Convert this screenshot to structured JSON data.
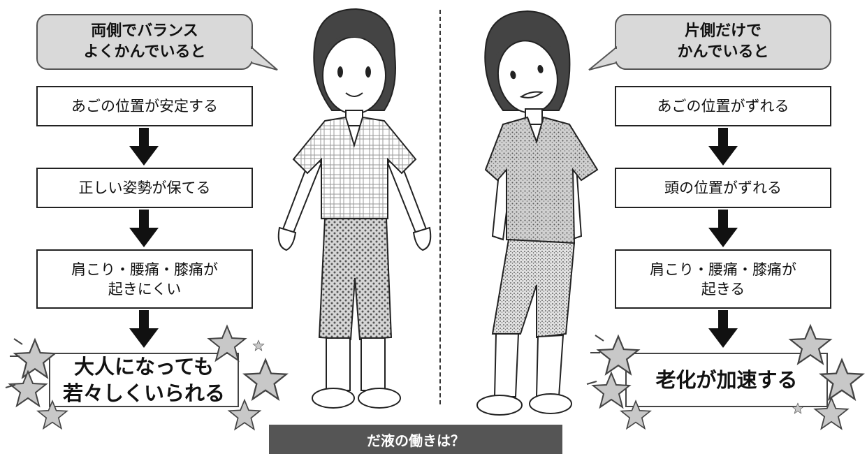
{
  "left": {
    "bubble": "両側でバランス\nよくかんでいると",
    "steps": [
      "あごの位置が安定する",
      "正しい姿勢が保てる",
      "肩こり・腰痛・膝痛が\n起きにくい"
    ],
    "result": "大人になっても\n若々しくいられる"
  },
  "right": {
    "bubble": "片側だけで\nかんでいると",
    "steps": [
      "あごの位置がずれる",
      "頭の位置がずれる",
      "肩こり・腰痛・膝痛が\n起きる"
    ],
    "result": "老化が加速する"
  },
  "footer": "だ液の働きは？",
  "colors": {
    "bubble_fill": "#d9d9d9",
    "footer_fill": "#555555",
    "star_fill": "#c8c8c8",
    "arrow": "#111111"
  }
}
